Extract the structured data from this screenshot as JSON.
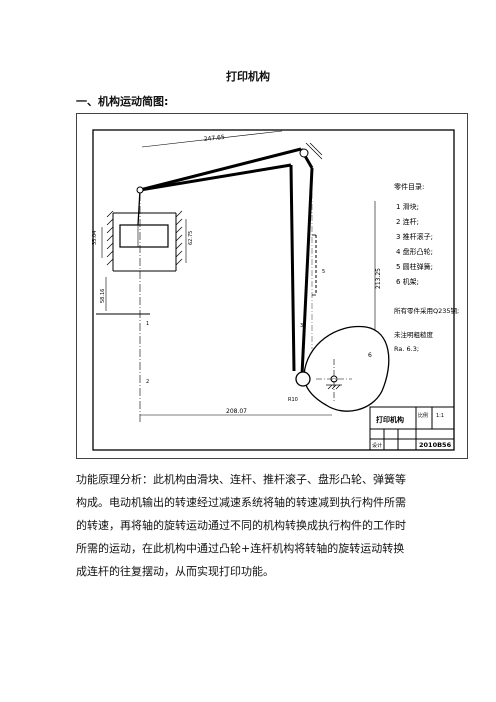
{
  "document": {
    "title": "打印机构",
    "section_heading": "一、机构运动简图:",
    "paragraph_lines": [
      "功能原理分析：此机构由滑块、连杆、推杆滚子、盘形凸轮、弹簧等",
      "构成。电动机输出的转速经过减速系统将轴的转速减到执行构件所需",
      "的转速，再将轴的旋转运动通过不同的机构转换成执行构件的工作时",
      "所需的运动，在此机构中通过凸轮+连杆机构将转轴的旋转运动转换",
      "成连杆的往复摆动，从而实现打印功能。"
    ]
  },
  "drawing": {
    "legend_title": "零件目录:",
    "legend_items": [
      "1 滑块;",
      "2 连杆;",
      "3 推杆滚子;",
      "4 盘形凸轮;",
      "5 圆柱弹簧;",
      "6 机架;"
    ],
    "material_note": "所有零件采用Q235钢;",
    "note_line1": "未注明粗糙度",
    "note_line2": "Ra. 6.3;",
    "title_block": {
      "name": "打印机构",
      "scale_label": "比例",
      "scale_value": "1:1",
      "designer_label": "设计",
      "drawing_no": "2010B56"
    }
  }
}
